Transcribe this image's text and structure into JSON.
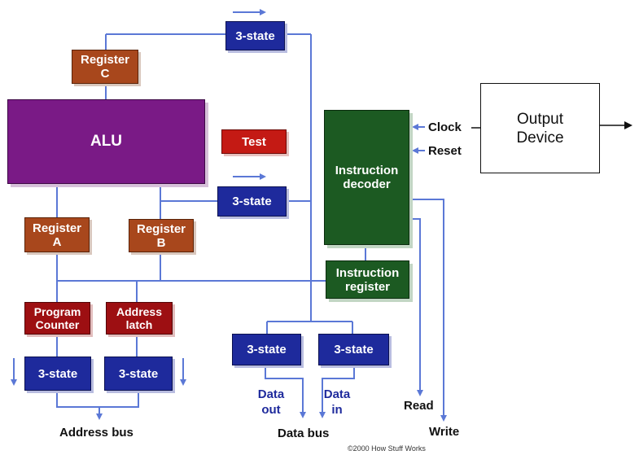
{
  "blocks": {
    "register_c": "Register\nC",
    "alu": "ALU",
    "test": "Test",
    "three_state_top": "3-state",
    "three_state_mid": "3-state",
    "register_a": "Register\nA",
    "register_b": "Register\nB",
    "program_counter": "Program\nCounter",
    "address_latch": "Address\nlatch",
    "three_state_pc": "3-state",
    "three_state_al": "3-state",
    "three_state_data_out": "3-state",
    "three_state_data_in": "3-state",
    "instruction_decoder": "Instruction\ndecoder",
    "instruction_register": "Instruction\nregister",
    "output_device": "Output\nDevice"
  },
  "labels": {
    "clock": "Clock",
    "reset": "Reset",
    "read": "Read",
    "write": "Write",
    "data_out": "Data\nout",
    "data_in": "Data\nin",
    "address_bus": "Address bus",
    "data_bus": "Data bus",
    "copyright": "©2000 How Stuff Works"
  },
  "colors": {
    "wire": "#5b78d6",
    "register": "#a8471c",
    "three_state": "#1e2a9c",
    "alu": "#7a1a86",
    "decoder": "#1c5a22",
    "test": "#c41a14"
  }
}
